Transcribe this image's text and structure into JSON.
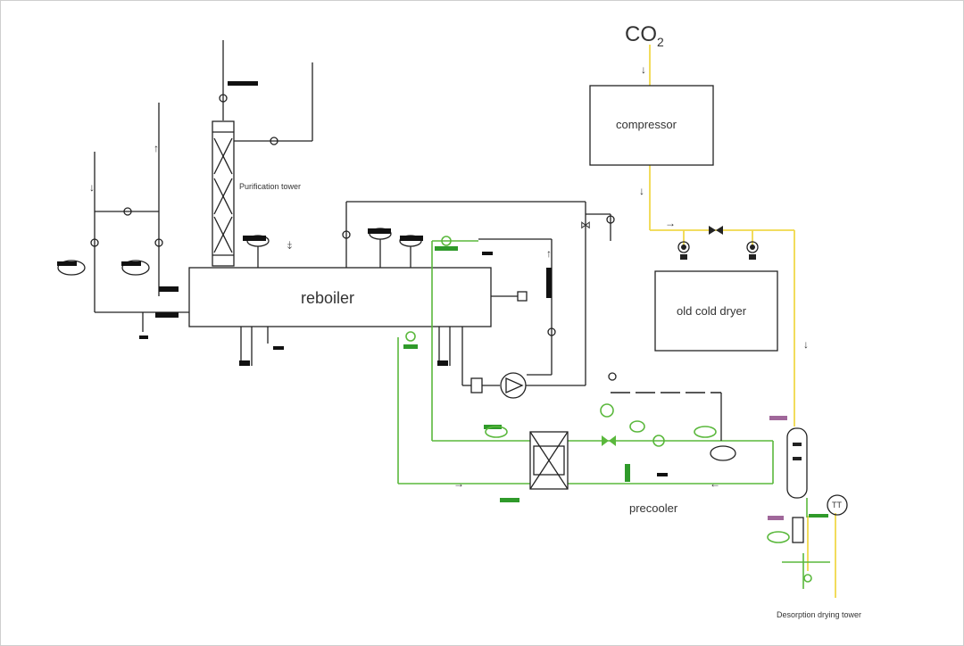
{
  "labels": {
    "co2": "CO",
    "co2_sub": "2",
    "compressor": "compressor",
    "purification_tower": "Purification tower",
    "reboiler": "reboiler",
    "old_cold_dryer": "old cold dryer",
    "precooler": "precooler",
    "desorption_drying_tower": "Desorption drying tower",
    "tt": "TT"
  },
  "colors": {
    "process_line": "#222222",
    "green_line": "#5ab83c",
    "yellow_line": "#f0d84a",
    "redaction": "#111111",
    "green_tag": "#2f9a2a",
    "purple_tag": "#a0679a"
  }
}
